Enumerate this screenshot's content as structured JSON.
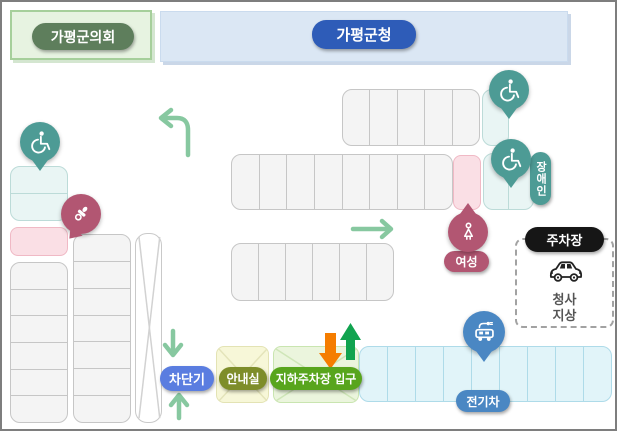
{
  "buildings": {
    "council": {
      "label": "가평군의회"
    },
    "office": {
      "label": "가평군청"
    }
  },
  "badges": {
    "disabled": "장애인",
    "women": "여성",
    "barrier": "차단기",
    "info_room": "안내실",
    "underground_entrance": "지하주차장 입구",
    "ev": "전기차"
  },
  "legend": {
    "title": "주차장",
    "line1": "청사",
    "line2": "지상"
  },
  "lots": {
    "row_top_right": {
      "cells": 5
    },
    "row_mid_right": {
      "cells": 8
    },
    "row_low_mid": {
      "cells": 6
    },
    "col_left_outer": {
      "cells": 6
    },
    "col_left_inner": {
      "cells": 7
    },
    "teal_left": {
      "cells": 2
    },
    "teal_top_right": {
      "cells": 1
    },
    "teal_mid_right": {
      "cells": 2
    },
    "ev_row": {
      "cells": 9
    }
  },
  "colors": {
    "teal": "#4d9b95",
    "rose": "#b25672",
    "office_blue": "#2e5cb8",
    "council_green": "#5e7e5c",
    "barrier_blue": "#5a7de0",
    "info_olive": "#7e8d2a",
    "entrance_green": "#58a51d",
    "ev_blue": "#4a87c3",
    "soft_arrow_green": "#87c8a0",
    "bold_arrow_green": "#11a34f",
    "bold_arrow_orange": "#f57d00",
    "legend_black": "#161616",
    "pink_space": "#fadfe5",
    "teal_space": "#e9f5f4",
    "ev_space": "#e1f4f9"
  }
}
